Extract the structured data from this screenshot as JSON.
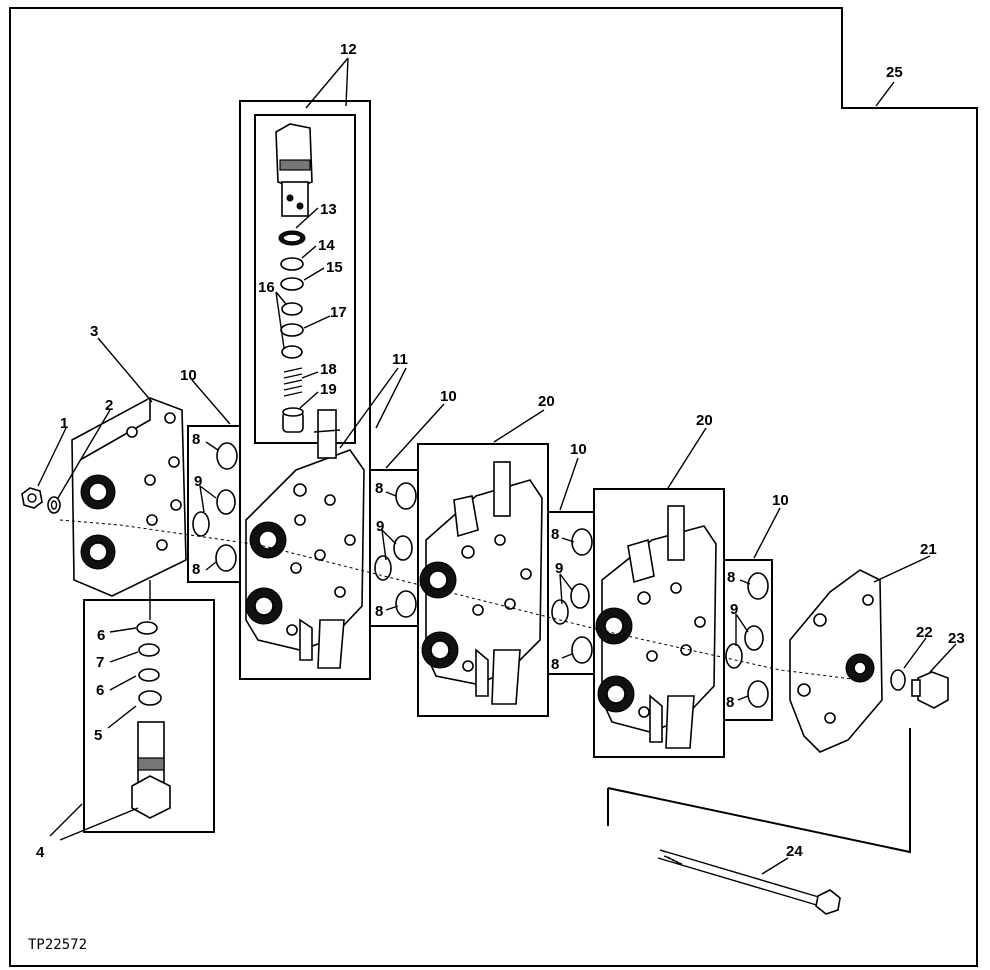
{
  "drawing_id": "TP22572",
  "callouts": {
    "c1": "1",
    "c2": "2",
    "c3": "3",
    "c4": "4",
    "c5": "5",
    "c6a": "6",
    "c6b": "6",
    "c7": "7",
    "c8_a1": "8",
    "c8_a2": "8",
    "c9_a": "9",
    "c8_b1": "8",
    "c8_b2": "8",
    "c9_b": "9",
    "c8_c1": "8",
    "c8_c2": "8",
    "c9_c": "9",
    "c8_d1": "8",
    "c8_d2": "8",
    "c9_d": "9",
    "c10_a": "10",
    "c10_b": "10",
    "c10_c": "10",
    "c10_d": "10",
    "c11": "11",
    "c12": "12",
    "c13": "13",
    "c14": "14",
    "c15": "15",
    "c16": "16",
    "c17": "17",
    "c18": "18",
    "c19": "19",
    "c20_a": "20",
    "c20_b": "20",
    "c21": "21",
    "c22": "22",
    "c23": "23",
    "c24": "24",
    "c25": "25"
  }
}
